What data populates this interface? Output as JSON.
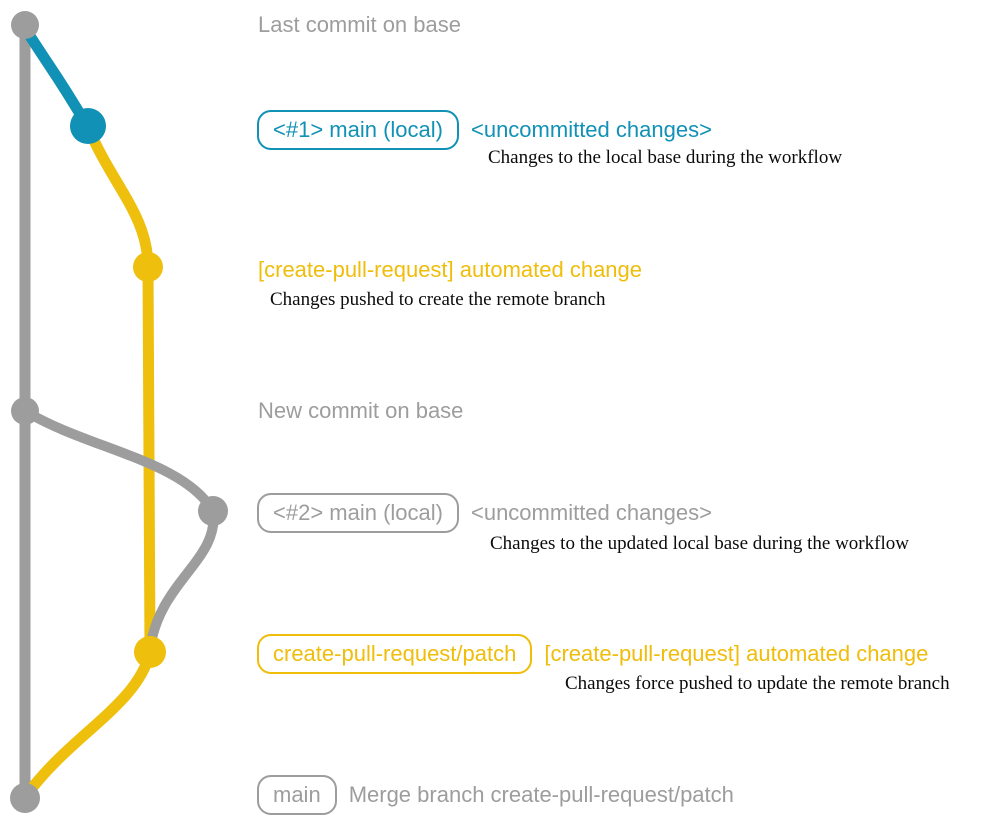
{
  "colors": {
    "gray": "#9d9d9d",
    "blue": "#1191b5",
    "yellow": "#eec00d",
    "caption_text": "#0b0b0b",
    "background": "#ffffff"
  },
  "rows": {
    "last_commit": {
      "heading": "Last commit on base"
    },
    "uncommitted_1": {
      "badge": "<#1> main (local)",
      "heading": "<uncommitted changes>",
      "caption": "Changes to the local base during the workflow"
    },
    "automated_change_1": {
      "heading": "[create-pull-request] automated change",
      "caption": "Changes pushed to create the remote branch"
    },
    "new_commit": {
      "heading": "New commit on base"
    },
    "uncommitted_2": {
      "badge": "<#2> main (local)",
      "heading": "<uncommitted changes>",
      "caption": "Changes to the updated local base during the workflow"
    },
    "automated_change_2": {
      "badge": "create-pull-request/patch",
      "heading": "[create-pull-request] automated change",
      "caption": "Changes force pushed to update the remote branch"
    },
    "merge": {
      "badge": "main",
      "heading": "Merge branch create-pull-request/patch"
    }
  },
  "graph": {
    "nodes": [
      {
        "name": "last-commit-on-base",
        "color": "gray"
      },
      {
        "name": "local-main-1-uncommitted",
        "color": "blue"
      },
      {
        "name": "patch-branch-commit-1",
        "color": "yellow"
      },
      {
        "name": "new-commit-on-base",
        "color": "gray"
      },
      {
        "name": "local-main-2-uncommitted",
        "color": "gray"
      },
      {
        "name": "patch-branch-commit-2",
        "color": "yellow"
      },
      {
        "name": "merge-commit",
        "color": "gray"
      }
    ]
  }
}
